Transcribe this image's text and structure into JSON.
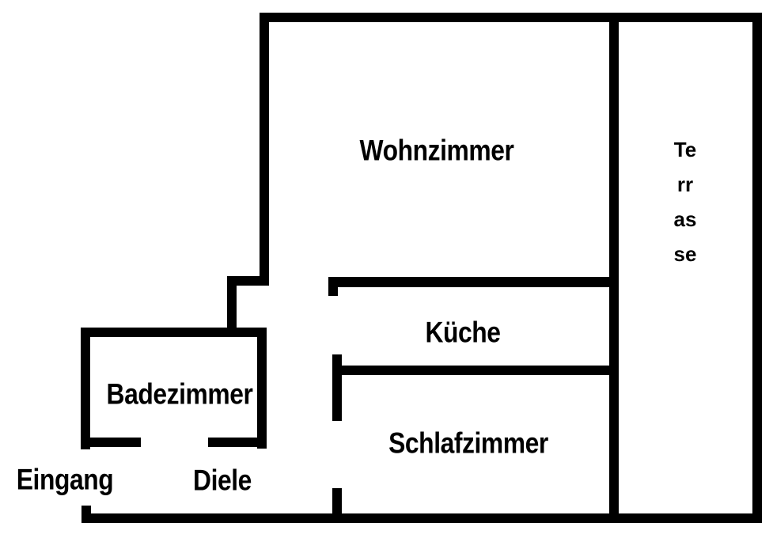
{
  "diagram": {
    "kind": "apartment-floor-plan",
    "colors": {
      "wall": "#000000",
      "background": "#ffffff",
      "text": "#000000"
    },
    "rooms": {
      "wohnzimmer": {
        "label": "Wohnzimmer"
      },
      "terrasse": {
        "label": "Terrasse"
      },
      "kueche": {
        "label": "Küche"
      },
      "badezimmer": {
        "label": "Badezimmer"
      },
      "schlafzimmer": {
        "label": "Schlafzimmer"
      },
      "eingang": {
        "label": "Eingang"
      },
      "diele": {
        "label": "Diele"
      }
    }
  }
}
